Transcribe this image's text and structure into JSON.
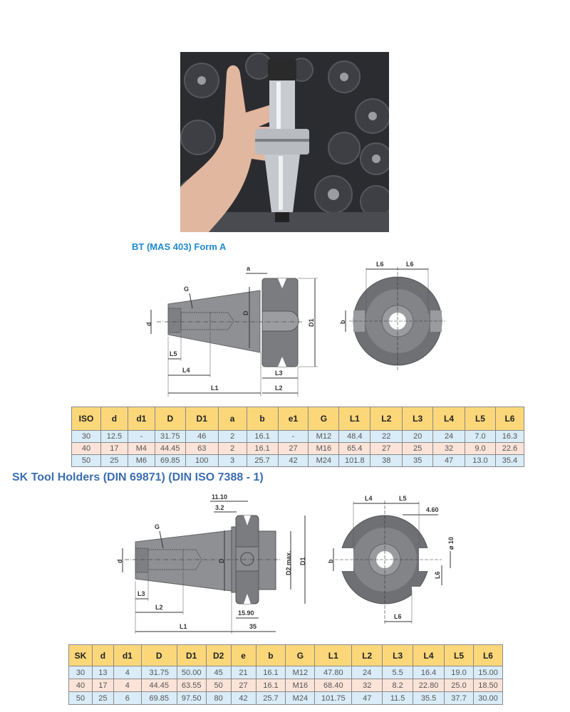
{
  "photo": {
    "alt": "Hand holding a BT tool holder in front of a rack of tool holders"
  },
  "bt_section": {
    "title": "BT (MAS 403) Form A",
    "side_view_labels": {
      "a": "a",
      "G": "G",
      "D": "D",
      "d": "d",
      "D1": "D1",
      "L5": "L5",
      "L4": "L4",
      "L1": "L1",
      "L3": "L3",
      "L2": "L2"
    },
    "front_view_labels": {
      "L6_left": "L6",
      "L6_right": "L6",
      "b": "b"
    },
    "table": {
      "headers": [
        "ISO",
        "d",
        "d1",
        "D",
        "D1",
        "a",
        "b",
        "e1",
        "G",
        "L1",
        "L2",
        "L3",
        "L4",
        "L5",
        "L6"
      ],
      "rows": [
        [
          "30",
          "12.5",
          "-",
          "31.75",
          "46",
          "2",
          "16.1",
          "-",
          "M12",
          "48.4",
          "22",
          "20",
          "24",
          "7.0",
          "16.3"
        ],
        [
          "40",
          "17",
          "M4",
          "44.45",
          "63",
          "2",
          "16.1",
          "27",
          "M16",
          "65.4",
          "27",
          "25",
          "32",
          "9.0",
          "22.6"
        ],
        [
          "50",
          "25",
          "M6",
          "69.85",
          "100",
          "3",
          "25.7",
          "42",
          "M24",
          "101.8",
          "38",
          "35",
          "47",
          "13.0",
          "35.4"
        ]
      ]
    }
  },
  "sk_section": {
    "title": "SK Tool Holders (DIN 69871) (DIN ISO 7388 - 1)",
    "side_view_labels": {
      "dim_1110": "11.10",
      "dim_32": "3.2",
      "G": "G",
      "D": "D",
      "d": "d",
      "D2": "D2 max.",
      "D1": "D1",
      "L3": "L3",
      "L2": "L2",
      "L1": "L1",
      "dim_1590": "15.90",
      "dim_35": "35"
    },
    "front_view_labels": {
      "L4": "L4",
      "L5": "L5",
      "dim_460": "4.60",
      "dia10": "⌀ 10",
      "b": "b",
      "L6_side": "L6",
      "L6_bottom": "L6"
    },
    "table": {
      "headers": [
        "SK",
        "d",
        "d1",
        "D",
        "D1",
        "D2",
        "e",
        "b",
        "G",
        "L1",
        "L2",
        "L3",
        "L4",
        "L5",
        "L6"
      ],
      "rows": [
        [
          "30",
          "13",
          "4",
          "31.75",
          "50.00",
          "45",
          "21",
          "16.1",
          "M12",
          "47.80",
          "24",
          "5.5",
          "16.4",
          "19.0",
          "15.00"
        ],
        [
          "40",
          "17",
          "4",
          "44.45",
          "63.55",
          "50",
          "27",
          "16.1",
          "M16",
          "68.40",
          "32",
          "8.2",
          "22.80",
          "25.0",
          "18.50"
        ],
        [
          "50",
          "25",
          "6",
          "69.85",
          "97.50",
          "80",
          "42",
          "25.7",
          "M24",
          "101.75",
          "47",
          "11.5",
          "35.5",
          "37.7",
          "30.00"
        ]
      ]
    }
  },
  "colors": {
    "header_bg": "#fbd77a",
    "row_blue": "#d9ecf8",
    "row_pink": "#fbe3d8",
    "bt_title": "#1e8ad0",
    "sk_title": "#3b6eb0"
  }
}
